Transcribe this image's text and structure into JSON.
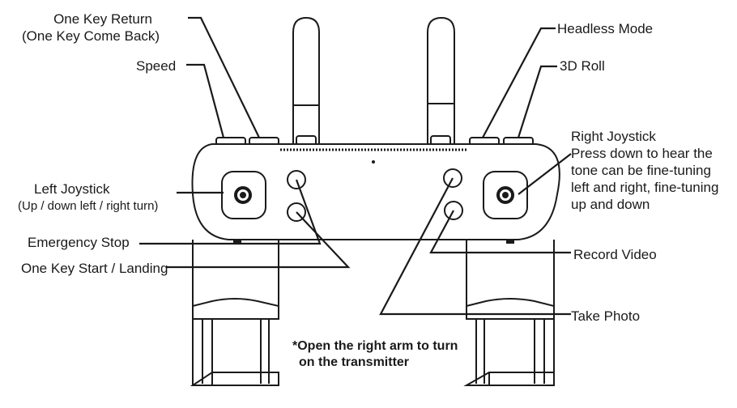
{
  "labels": {
    "one_key_return_line1": "One Key Return",
    "one_key_return_line2": "(One Key Come Back)",
    "speed": "Speed",
    "headless_mode": "Headless Mode",
    "roll_3d": "3D Roll",
    "right_joystick_title": "Right Joystick",
    "right_joystick_desc": [
      "Press down to hear the",
      "tone can be fine-tuning",
      "left and right, fine-tuning",
      "up and down"
    ],
    "left_joystick_title": "Left Joystick",
    "left_joystick_desc": "(Up / down left / right turn)",
    "emergency_stop": "Emergency Stop",
    "one_key_start_landing": "One Key Start / Landing",
    "record_video": "Record Video",
    "take_photo": "Take Photo",
    "note_line1": "*Open the right arm to turn",
    "note_line2": "on the transmitter"
  },
  "colors": {
    "stroke": "#1a1a1a",
    "background": "#ffffff"
  }
}
